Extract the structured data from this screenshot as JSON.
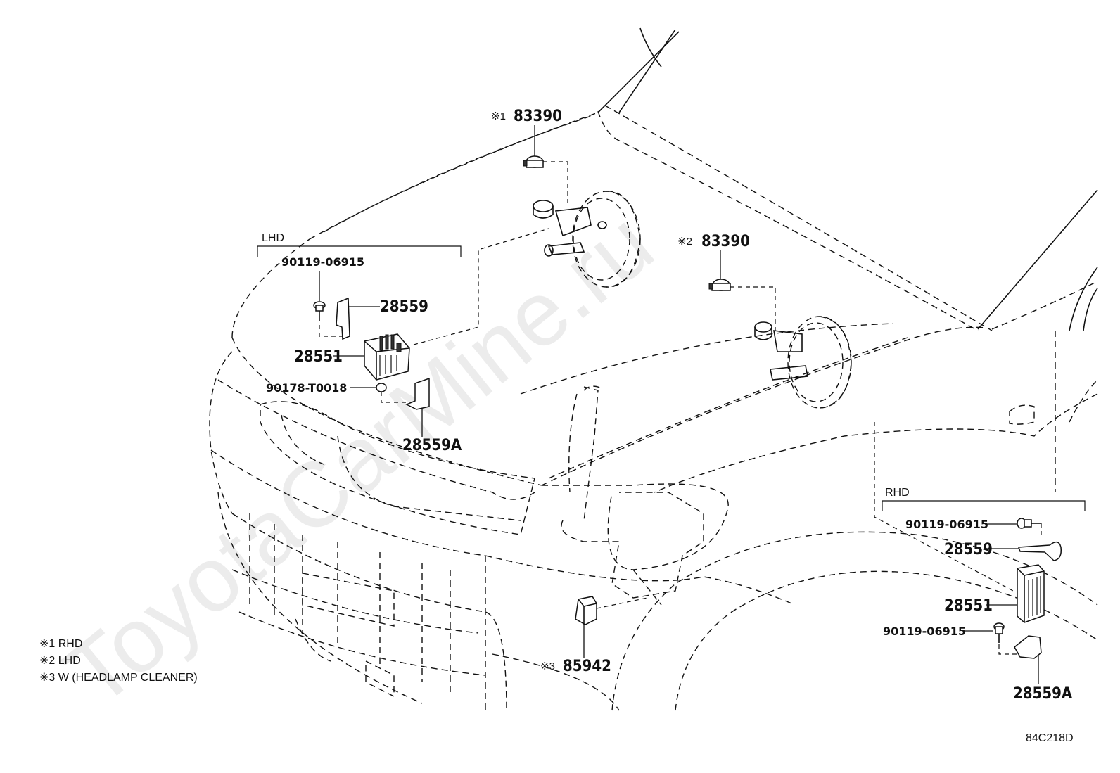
{
  "watermark": "ToyotaCarMine.ru",
  "diagram_code": "84C218D",
  "groups": {
    "lhd": {
      "label": "LHD"
    },
    "rhd": {
      "label": "RHD"
    }
  },
  "callouts": {
    "c83390_rhd": {
      "mark": "※1",
      "part": "83390"
    },
    "c83390_lhd": {
      "mark": "※2",
      "part": "83390"
    },
    "c85942": {
      "mark": "※3",
      "part": "85942"
    },
    "lhd_90119": "90119-06915",
    "lhd_28559": "28559",
    "lhd_28551": "28551",
    "lhd_90178": "90178-T0018",
    "lhd_28559A": "28559A",
    "rhd_90119_top": "90119-06915",
    "rhd_28559": "28559",
    "rhd_28551": "28551",
    "rhd_90119_bottom": "90119-06915",
    "rhd_28559A": "28559A"
  },
  "notes": [
    "※1 RHD",
    "※2 LHD",
    "※3 W (HEADLAMP CLEANER)"
  ]
}
